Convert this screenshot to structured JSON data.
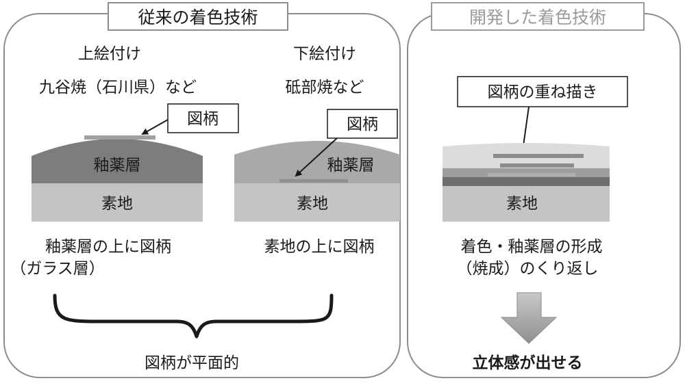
{
  "left_panel": {
    "title": "従来の着色技術",
    "overglaze": {
      "name": "上絵付け",
      "example": "九谷焼（石川県）など",
      "pattern_callout": "図柄",
      "glaze_label": "釉薬層",
      "base_label": "素地",
      "caption_line1": "釉薬層の上に図柄",
      "caption_line2": "（ガラス層）"
    },
    "underglaze": {
      "name": "下絵付け",
      "example": "砥部焼など",
      "pattern_callout": "図柄",
      "glaze_label": "釉薬層",
      "base_label": "素地",
      "caption": "素地の上に図柄"
    },
    "conclusion": "図柄が平面的"
  },
  "right_panel": {
    "title": "開発した着色技術",
    "pattern_callout": "図柄の重ね描き",
    "base_label": "素地",
    "caption_line1": "着色・釉薬層の形成",
    "caption_line2": "（焼成）のくり返し",
    "result": "立体感が出せる"
  },
  "colors": {
    "panel_border": "#8c8c8c",
    "glaze_dark": "#7d7d7d",
    "glaze_light": "#a9a9a9",
    "base": "#c4c4c4",
    "arrow": "#9a9a9a"
  }
}
